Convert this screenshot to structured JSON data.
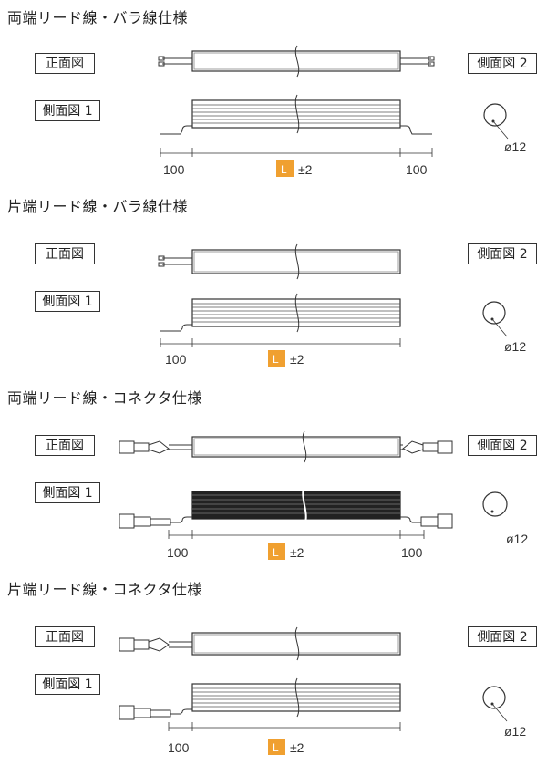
{
  "sections": [
    {
      "title": "両端リード線・バラ線仕様",
      "front": "正面図",
      "side1": "側面図 1",
      "side2": "側面図 2",
      "dim_left": "100",
      "dim_right": "100",
      "L": "L",
      "tol": "±2",
      "dia": "ø12"
    },
    {
      "title": "片端リード線・バラ線仕様",
      "front": "正面図",
      "side1": "側面図 1",
      "side2": "側面図 2",
      "dim_left": "100",
      "L": "L",
      "tol": "±2",
      "dia": "ø12"
    },
    {
      "title": "両端リード線・コネクタ仕様",
      "front": "正面図",
      "side1": "側面図 1",
      "side2": "側面図 2",
      "dim_left": "100",
      "dim_right": "100",
      "L": "L",
      "tol": "±2",
      "dia": "ø12"
    },
    {
      "title": "片端リード線・コネクタ仕様",
      "front": "正面図",
      "side1": "側面図 1",
      "side2": "側面図 2",
      "dim_left": "100",
      "L": "L",
      "tol": "±2",
      "dia": "ø12"
    }
  ]
}
